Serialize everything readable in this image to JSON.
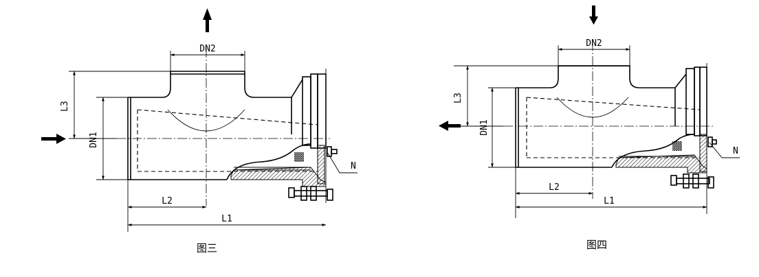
{
  "figure3": {
    "caption": "图三",
    "labels": {
      "dn2": "DN2",
      "dn1": "DN1",
      "l3": "L3",
      "l2": "L2",
      "l1": "L1",
      "n": "N"
    }
  },
  "figure4": {
    "caption": "图四",
    "labels": {
      "dn2": "DN2",
      "dn1": "DN1",
      "l3": "L3",
      "l2": "L2",
      "l1": "L1",
      "n": "N"
    }
  }
}
